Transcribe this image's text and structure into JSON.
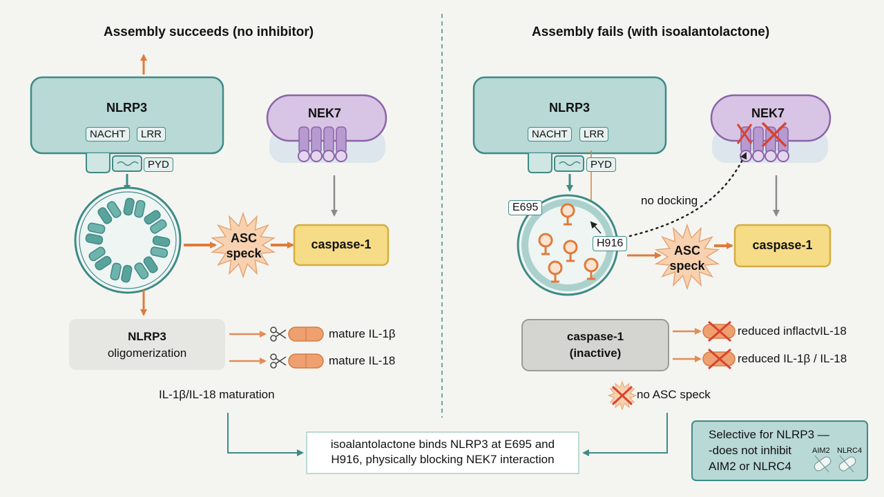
{
  "colors": {
    "teal_fill": "#b8d9d6",
    "teal_stroke": "#3e8a86",
    "purple_fill": "#d8c4e4",
    "purple_stroke": "#8a63a8",
    "orange": "#e07a3a",
    "caspase_fill": "#f6dc86",
    "caspase_stroke": "#d4ad3f",
    "grey_arrow": "#8a8a8a",
    "background": "#f4f5f1"
  },
  "left_panel": {
    "title": "Assembly succeeds (no inhibitor)",
    "nlrp3_label": "NLRP3",
    "nacht": "NACHT",
    "lrr": "LRR",
    "pyd": "PYD",
    "nek7_label": "NEK7",
    "asc_line1": "ASC",
    "asc_line2": "speck",
    "caspase": "caspase-1",
    "oligo_line1": "NLRP3",
    "oligo_line2": "oligomerization",
    "product1": "mature IL-1β",
    "product2": "mature IL-18",
    "maturation": "IL-1β/IL-18 maturation"
  },
  "right_panel": {
    "title": "Assembly fails (with isoalantolactone)",
    "nlrp3_label": "NLRP3",
    "nacht": "NACHT",
    "lrr": "LRR",
    "pyd": "PYD",
    "nek7_label": "NEK7",
    "e695": "E695",
    "h916": "H916",
    "no_docking": "no docking",
    "asc_line1": "ASC",
    "asc_line2": "speck",
    "caspase": "caspase-1",
    "inactive_line1": "caspase-1",
    "inactive_line2": "(inactive)",
    "reduced1": "reduced inflactvIL-18",
    "reduced2": "reduced IL-1β / IL-18",
    "no_asc": "no ASC speck"
  },
  "summary": {
    "line1": "isoalantolactone binds NLRP3 at E695 and",
    "line2": "H916, physically blocking NEK7 interaction"
  },
  "selective": {
    "line1": "Selective for NLRP3 —",
    "line2": "-does not inhibit",
    "line3": "AIM2 or NLRC4",
    "aim2": "AIM2",
    "nlrc4": "NLRC4"
  }
}
